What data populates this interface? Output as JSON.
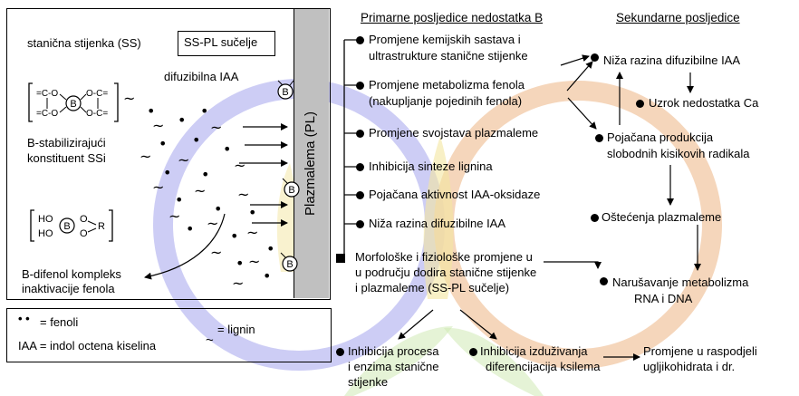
{
  "colors": {
    "membrane": "#c0c0c0",
    "ring_blue": "#b8b8f0",
    "ring_orange": "#f0c4a0",
    "watermark_yellow": "#f2e28a",
    "watermark_green": "#c8e6a8"
  },
  "left_panel": {
    "cell_wall_label": "stanična stijenka (SS)",
    "interface_box_label": "SS-PL sučelje",
    "membrane_label": "Plazmalema (PL)",
    "iaa_label": "difuzibilna IAA",
    "b_symbol": "B",
    "stabilizing_formula": {
      "left_top": "=C-O",
      "left_bottom": "=C-O",
      "right_top": "O-C=",
      "right_bottom": "O-C="
    },
    "stabilizing_label_1": "B-stabilizirajući",
    "stabilizing_label_2": "konstituent SSi",
    "difenol_formula": {
      "ho_top": "HO",
      "ho_bottom": "HO",
      "o_top": "O",
      "o_bottom": "O",
      "r": "R"
    },
    "difenol_label_1": "B-difenol kompleks",
    "difenol_label_2": "inaktivacije fenola"
  },
  "legend": {
    "phenol_symbol": "• •",
    "phenol_text": "= fenoli",
    "lignin_symbol": "~",
    "lignin_text": "= lignin",
    "iaa_text": "IAA = indol octena kiselina"
  },
  "primary": {
    "header": "Primarne posljedice nedostatka B",
    "items": [
      {
        "line1": "Promjene kemijskih sastava i",
        "line2": "ultrastrukture stanične stijenke"
      },
      {
        "line1": "Promjene metabolizma fenola",
        "line2": "(nakupljanje pojedinih fenola)"
      },
      {
        "line1": "Promjene svojstava plazmaleme",
        "line2": ""
      },
      {
        "line1": "Inhibicija sinteze lignina",
        "line2": ""
      },
      {
        "line1": "Pojačana aktivnost IAA-oksidaze",
        "line2": ""
      },
      {
        "line1": "Niža razina difuzibilne IAA",
        "line2": ""
      }
    ],
    "morph_lines": [
      "Morfološke i fiziološke promjene u",
      "u području dodira stanične stijenke",
      "i plazmaleme (SS-PL sučelje)"
    ],
    "bottom": {
      "inhib_proc": [
        "Inhibicija procesa",
        "i enzima stanične",
        "stijenke"
      ],
      "inhib_izd": [
        "Inhibicija izduživanja",
        "diferencijacija ksilema"
      ],
      "raspodjela": [
        "Promjene u raspodjeli",
        "ugljikohidrata i dr."
      ]
    }
  },
  "secondary": {
    "header": "Sekundarne posljedice",
    "niza_iaa": "Niža razina difuzibilne IAA",
    "uzrok_ca": "Uzrok nedostatka Ca",
    "radikali": [
      "Pojačana produkcija",
      "slobodnih kisikovih radikala"
    ],
    "ostecenja": "Oštećenja plazmaleme",
    "narusavanje": [
      "Narušavanje metabolizma",
      "RNA i DNA"
    ]
  }
}
